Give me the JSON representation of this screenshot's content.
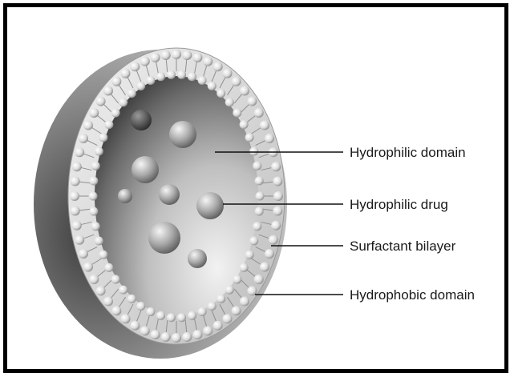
{
  "figure": {
    "labels": {
      "hydrophilic_domain": "Hydrophilic domain",
      "hydrophilic_drug": "Hydrophilic drug",
      "surfactant_bilayer": "Surfactant bilayer",
      "hydrophobic_domain": "Hydrophobic domain"
    }
  },
  "colors": {
    "frame": "#000000",
    "shell_dark": "#3a3a3a",
    "shell_light": "#c8c8c8",
    "head_beads": "#e6e6e6",
    "core_light": "#eeeeee",
    "core_dark": "#2e2e2e"
  }
}
